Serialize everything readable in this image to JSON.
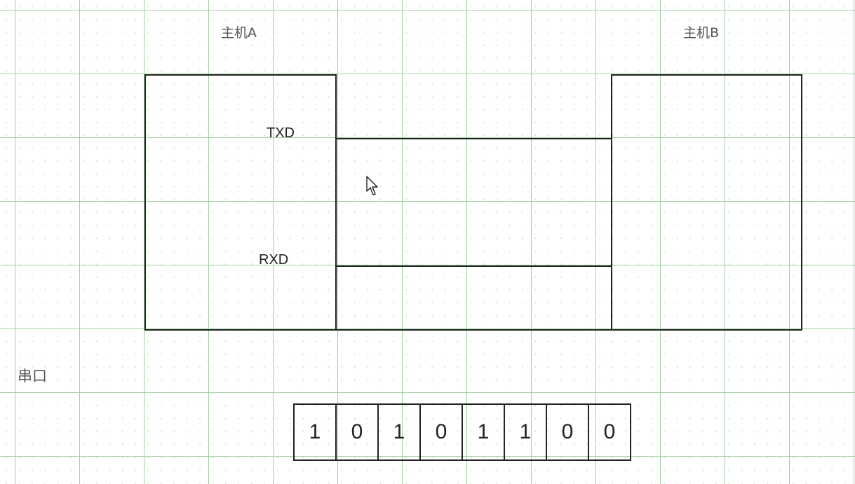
{
  "host_a": {
    "title": "主机A",
    "pin_tx": "TXD",
    "pin_rx": "RXD"
  },
  "host_b": {
    "title": "主机B"
  },
  "serial": {
    "label": "串口",
    "bits": [
      "1",
      "0",
      "1",
      "0",
      "1",
      "1",
      "0",
      "0"
    ]
  },
  "colors": {
    "line": "#222222",
    "grid": "#9fd09f",
    "label": "#555555"
  }
}
